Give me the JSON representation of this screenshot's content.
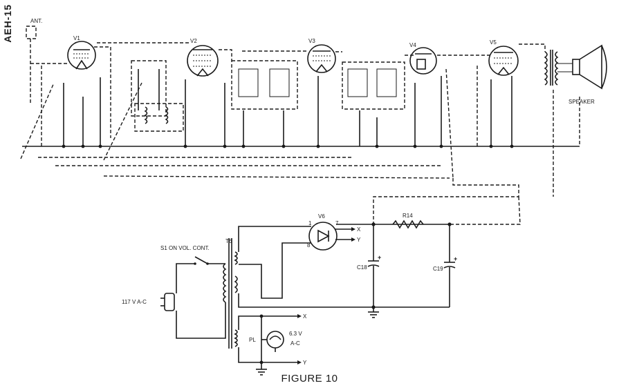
{
  "model_code": "AEH-15",
  "figure_caption": "FIGURE 10",
  "tubes": {
    "v1": "V1",
    "v2": "V2",
    "v3": "V3",
    "v4": "V4",
    "v5": "V5",
    "v6": "V6"
  },
  "antenna": "ANT.",
  "speaker": "SPEAKER",
  "supply": {
    "switch_label": "S1 ON VOL. CONT.",
    "transformer": "T6",
    "line_voltage": "117 V A-C",
    "lamp": "PL",
    "heater_voltage": "6.3 V",
    "heater_type": "A-C",
    "node_x": "X",
    "node_y": "Y",
    "pin_1": "1",
    "pin_7": "7",
    "pin_8": "8",
    "resistor": "R14",
    "cap_a": "C18",
    "cap_b": "C19",
    "plus": "+"
  },
  "tube_pin_labels": {
    "v6_out_x": "X",
    "v6_out_y": "Y"
  }
}
